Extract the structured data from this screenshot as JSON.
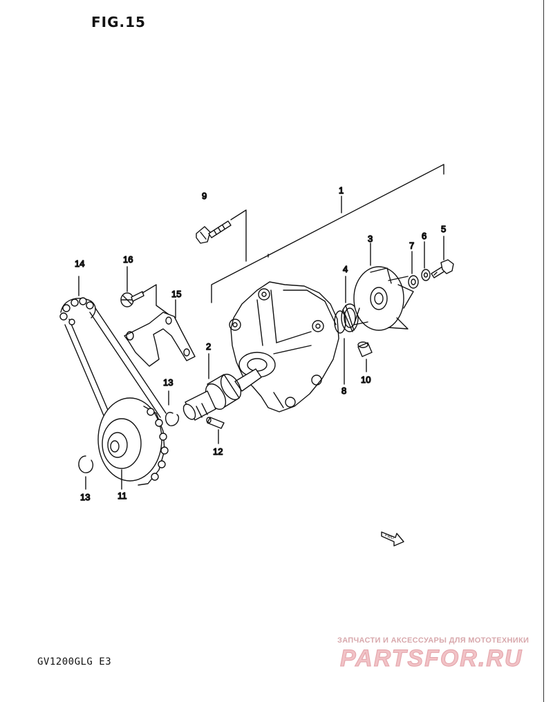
{
  "figure": {
    "title": "FIG.15",
    "model": "GV1200GLG E3",
    "direction_marker": "FWD"
  },
  "parts": [
    {
      "ref": "1"
    },
    {
      "ref": "2"
    },
    {
      "ref": "3"
    },
    {
      "ref": "4"
    },
    {
      "ref": "5"
    },
    {
      "ref": "6"
    },
    {
      "ref": "7"
    },
    {
      "ref": "8"
    },
    {
      "ref": "9"
    },
    {
      "ref": "10"
    },
    {
      "ref": "11"
    },
    {
      "ref": "12"
    },
    {
      "ref": "13"
    },
    {
      "ref": "13"
    },
    {
      "ref": "14"
    },
    {
      "ref": "15"
    },
    {
      "ref": "16"
    }
  ],
  "watermark": {
    "tagline": "ЗАПЧАСТИ И АКСЕССУАРЫ ДЛЯ МОТОТЕХНИКИ",
    "logo": "PARTSFOR.RU"
  },
  "colors": {
    "ink": "#111111",
    "watermark": "#f1c2c6"
  }
}
